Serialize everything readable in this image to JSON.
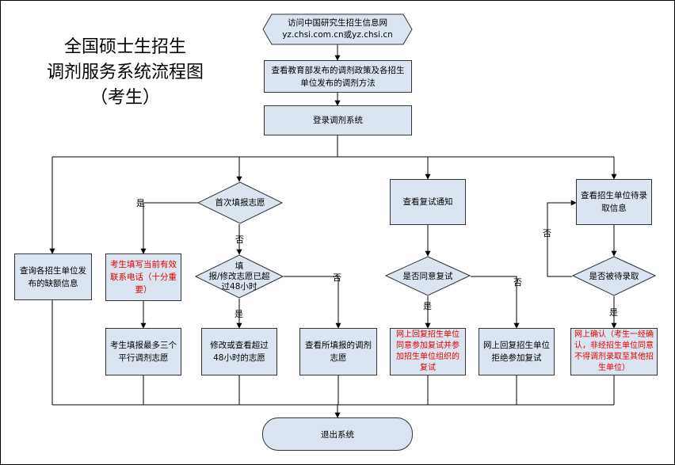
{
  "title": {
    "line1": "全国硕士生招生",
    "line2": "调剂服务系统流程图",
    "line3": "（考生）"
  },
  "nodes": {
    "visit_site_line1": "访问中国研究生招生信息网",
    "visit_site_line2": "yz.chsi.com.cn或yz.chsi.cn",
    "view_policy": "查看教育部发布的调剂政策及各招生单位发布的调剂方法",
    "login": "登录调剂系统",
    "view_vacancies": "查询各招生单位发布的缺额信息",
    "first_fill": "首次填报志愿",
    "fill_phone": "考生填写当前有效联系电话（十分重要）",
    "fill_three": "考生填报最多三个平行调剂志愿",
    "fill_modify_line1": "填",
    "fill_modify_line2": "报/修改志愿已超",
    "fill_modify_line3": "过48小时",
    "modify_over48": "修改或查看超过48小时的志愿",
    "view_filled": "查看所填报的调剂志愿",
    "view_retest": "查看复试通知",
    "agree_retest": "是否同意复试",
    "reply_agree": "网上回复招生单位同意参加复试并参加招生单位组织的复试",
    "reply_refuse": "网上回复招生单位拒绝参加复试",
    "view_pending": "查看招生单位待录取信息",
    "is_pending": "是否被待录取",
    "confirm_online": "网上确认（考生一经确认，非经招生单位同意不得调剂录取至其他招生单位）",
    "exit": "退出系统"
  },
  "labels": {
    "yes": "是",
    "no": "否"
  },
  "colors": {
    "node_fill": "#dbe5f1",
    "emphasis_text": "#e00000"
  }
}
